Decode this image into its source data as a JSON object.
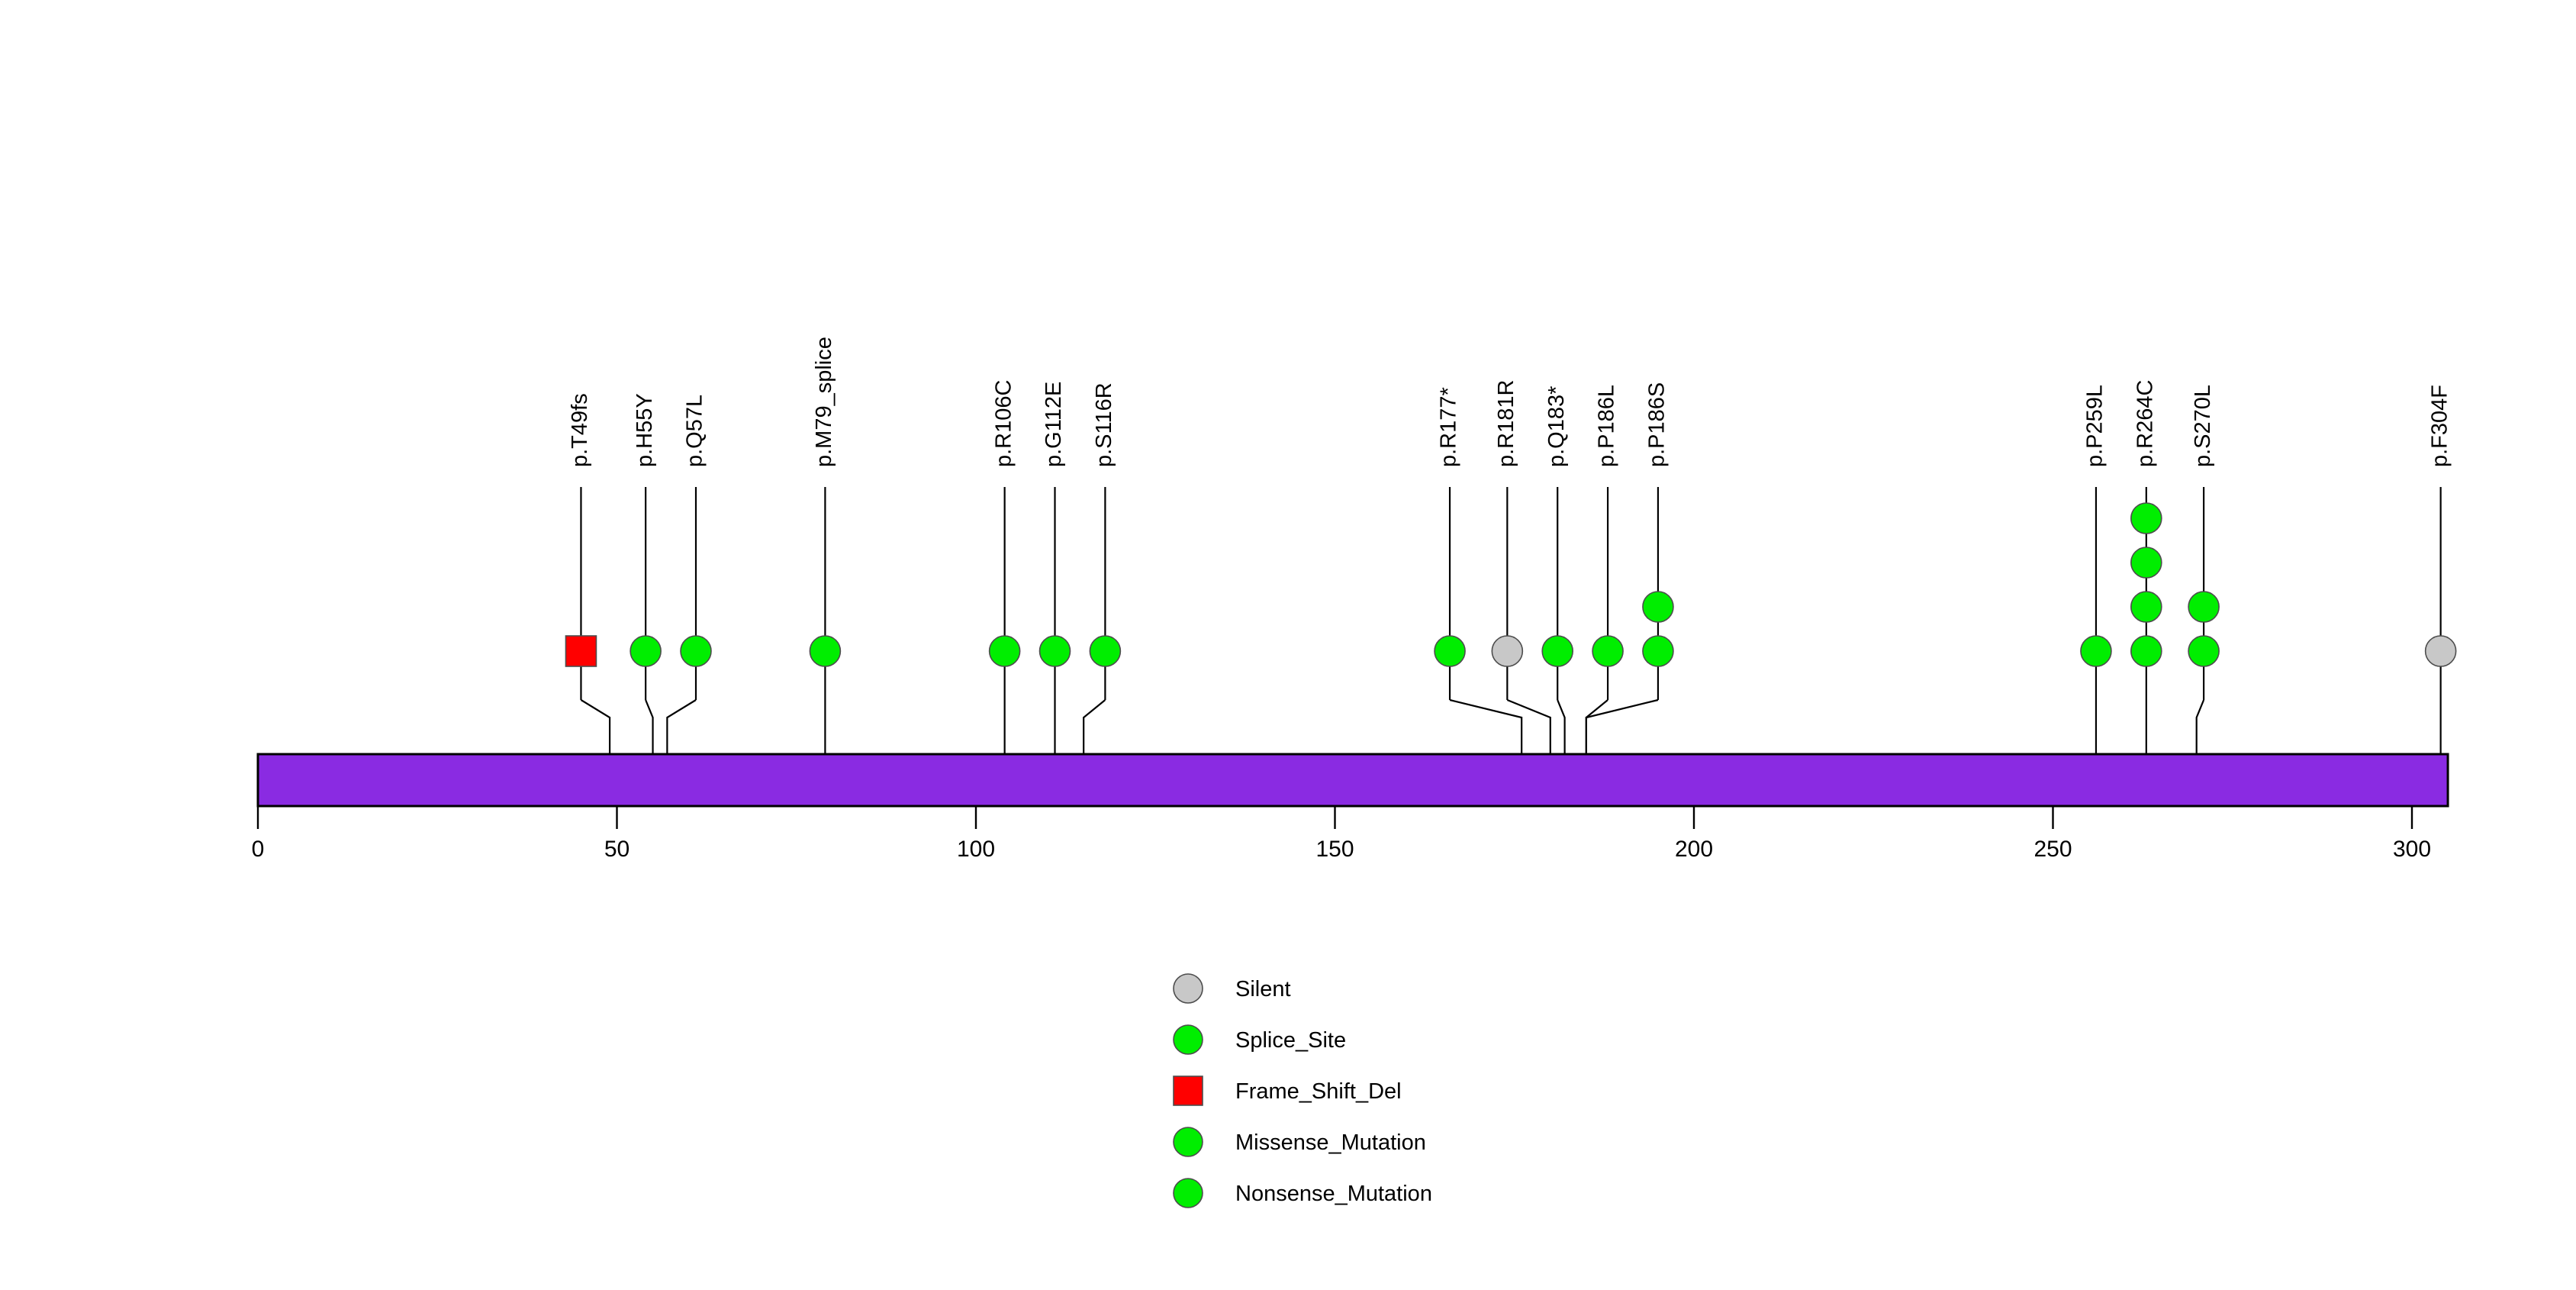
{
  "chart_data": {
    "type": "lollipop",
    "title": "",
    "xlabel": "",
    "ylabel": "",
    "xlim": [
      0,
      305
    ],
    "axis": {
      "ticks": [
        0,
        50,
        100,
        150,
        200,
        250,
        300
      ],
      "tick_labels": [
        "0",
        "50",
        "100",
        "150",
        "200",
        "250",
        "300"
      ],
      "grid": false
    },
    "protein_domain": {
      "name": "",
      "start": 0,
      "end": 305,
      "color": "#8a2be2"
    },
    "mutation_types": {
      "Silent": "#c8c8c8",
      "Splice_Site": "#00ee00",
      "Frame_Shift_Del": "#ff0000",
      "Missense_Mutation": "#00ee00",
      "Nonsense_Mutation": "#00ee00"
    },
    "mutations": [
      {
        "label": "p.T49fs",
        "position": 49,
        "label_position": 45,
        "count": 1,
        "type": "Frame_Shift_Del",
        "shape": "square",
        "color": "#ff0000"
      },
      {
        "label": "p.H55Y",
        "position": 55,
        "label_position": 54,
        "count": 1,
        "type": "Splice_Site",
        "shape": "circle",
        "color": "#00ee00"
      },
      {
        "label": "p.Q57L",
        "position": 57,
        "label_position": 61,
        "count": 1,
        "type": "Splice_Site",
        "shape": "circle",
        "color": "#00ee00"
      },
      {
        "label": "p.M79_splice",
        "position": 79,
        "label_position": 79,
        "count": 1,
        "type": "Splice_Site",
        "shape": "circle",
        "color": "#00ee00"
      },
      {
        "label": "p.R106C",
        "position": 104,
        "label_position": 104,
        "count": 1,
        "type": "Missense_Mutation",
        "shape": "circle",
        "color": "#00ee00"
      },
      {
        "label": "p.G112E",
        "position": 111,
        "label_position": 111,
        "count": 1,
        "type": "Missense_Mutation",
        "shape": "circle",
        "color": "#00ee00"
      },
      {
        "label": "p.S116R",
        "position": 115,
        "label_position": 118,
        "count": 1,
        "type": "Missense_Mutation",
        "shape": "circle",
        "color": "#00ee00"
      },
      {
        "label": "p.R177*",
        "position": 176,
        "label_position": 166,
        "count": 1,
        "type": "Nonsense_Mutation",
        "shape": "circle",
        "color": "#00ee00"
      },
      {
        "label": "p.R181R",
        "position": 180,
        "label_position": 174,
        "count": 1,
        "type": "Silent",
        "shape": "circle",
        "color": "#c8c8c8"
      },
      {
        "label": "p.Q183*",
        "position": 182,
        "label_position": 181,
        "count": 1,
        "type": "Nonsense_Mutation",
        "shape": "circle",
        "color": "#00ee00"
      },
      {
        "label": "p.P186L",
        "position": 185,
        "label_position": 188,
        "count": 1,
        "type": "Missense_Mutation",
        "shape": "circle",
        "color": "#00ee00"
      },
      {
        "label": "p.P186S",
        "position": 185,
        "label_position": 195,
        "count": 2,
        "type": "Missense_Mutation",
        "shape": "circle",
        "color": "#00ee00"
      },
      {
        "label": "p.P259L",
        "position": 256,
        "label_position": 256,
        "count": 1,
        "type": "Missense_Mutation",
        "shape": "circle",
        "color": "#00ee00"
      },
      {
        "label": "p.R264C",
        "position": 263,
        "label_position": 263,
        "count": 4,
        "type": "Missense_Mutation",
        "shape": "circle",
        "color": "#00ee00"
      },
      {
        "label": "p.S270L",
        "position": 270,
        "label_position": 271,
        "count": 2,
        "type": "Missense_Mutation",
        "shape": "circle",
        "color": "#00ee00"
      },
      {
        "label": "p.F304F",
        "position": 304,
        "label_position": 304,
        "count": 1,
        "type": "Silent",
        "shape": "circle",
        "color": "#c8c8c8"
      }
    ],
    "legend": {
      "position": "bottom-center",
      "entries": [
        {
          "label": "Silent",
          "color": "#c8c8c8",
          "shape": "circle"
        },
        {
          "label": "Splice_Site",
          "color": "#00ee00",
          "shape": "circle"
        },
        {
          "label": "Frame_Shift_Del",
          "color": "#ff0000",
          "shape": "square"
        },
        {
          "label": "Missense_Mutation",
          "color": "#00ee00",
          "shape": "circle"
        },
        {
          "label": "Nonsense_Mutation",
          "color": "#00ee00",
          "shape": "circle"
        }
      ]
    }
  }
}
